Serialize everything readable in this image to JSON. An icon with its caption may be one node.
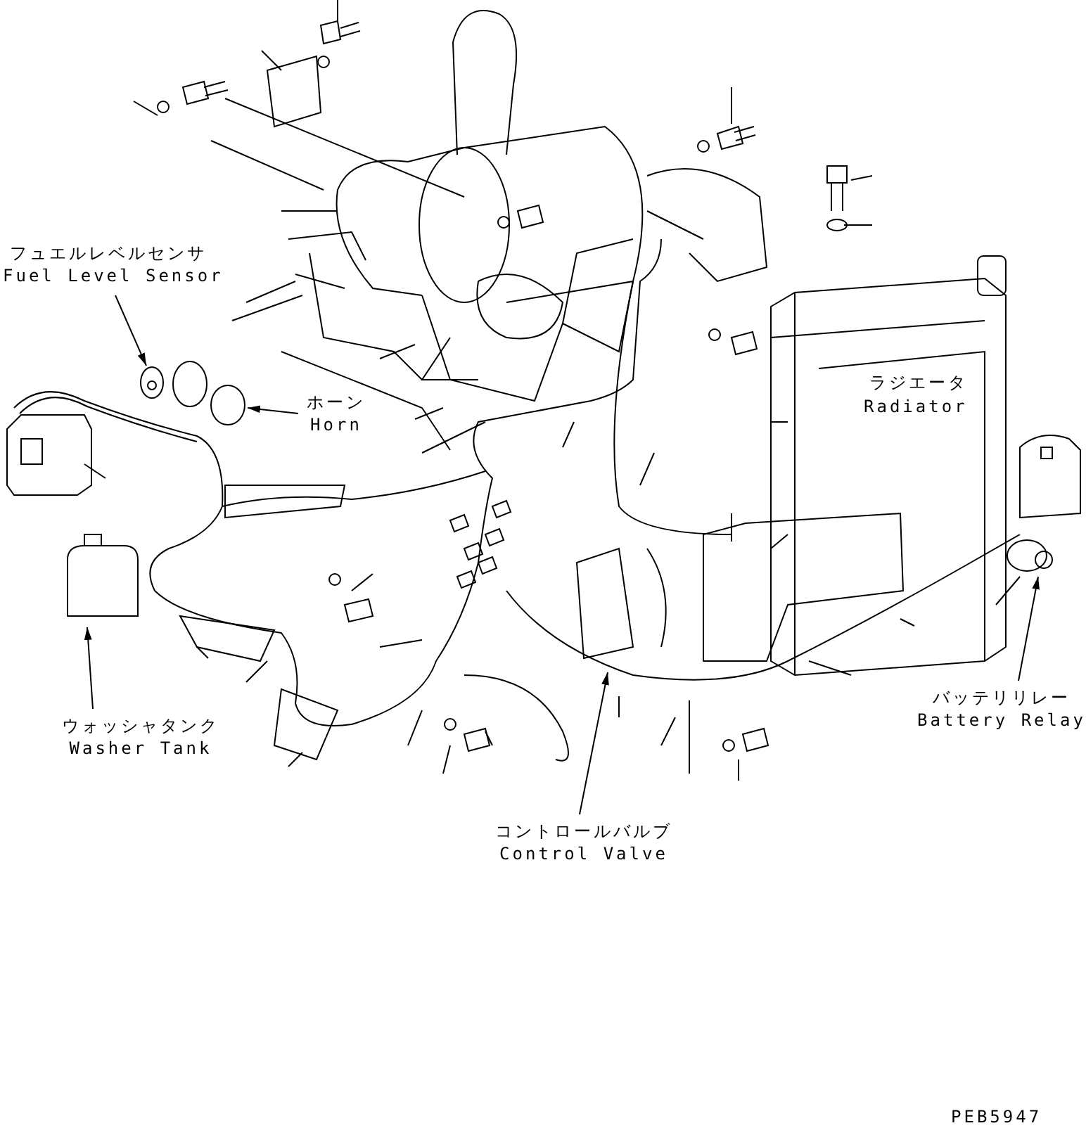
{
  "diagram": {
    "nodes": [
      {
        "text": [
          "フュエルレベルセンサ",
          "Fuel Level Sensor"
        ]
      },
      {
        "text": [
          "ホーン",
          "Horn"
        ]
      },
      {
        "text": [
          "ウォッシャタンク",
          "Washer Tank"
        ]
      },
      {
        "text": [
          "バッテリリレー",
          "Battery Relay"
        ]
      },
      {
        "text": [
          "コントロールバルブ",
          "Control Valve"
        ]
      }
    ],
    "edges": [
      {
        "from": 0,
        "to": null,
        "arrow": "to"
      },
      {
        "from": 1,
        "to": null,
        "arrow": "to"
      },
      {
        "from": 2,
        "to": null,
        "arrow": "to"
      },
      {
        "from": 3,
        "to": null,
        "arrow": "to"
      },
      {
        "from": 4,
        "to": null,
        "arrow": "to"
      }
    ],
    "labels": [
      "ラジエータ",
      "Radiator",
      "PEB5947"
    ]
  }
}
